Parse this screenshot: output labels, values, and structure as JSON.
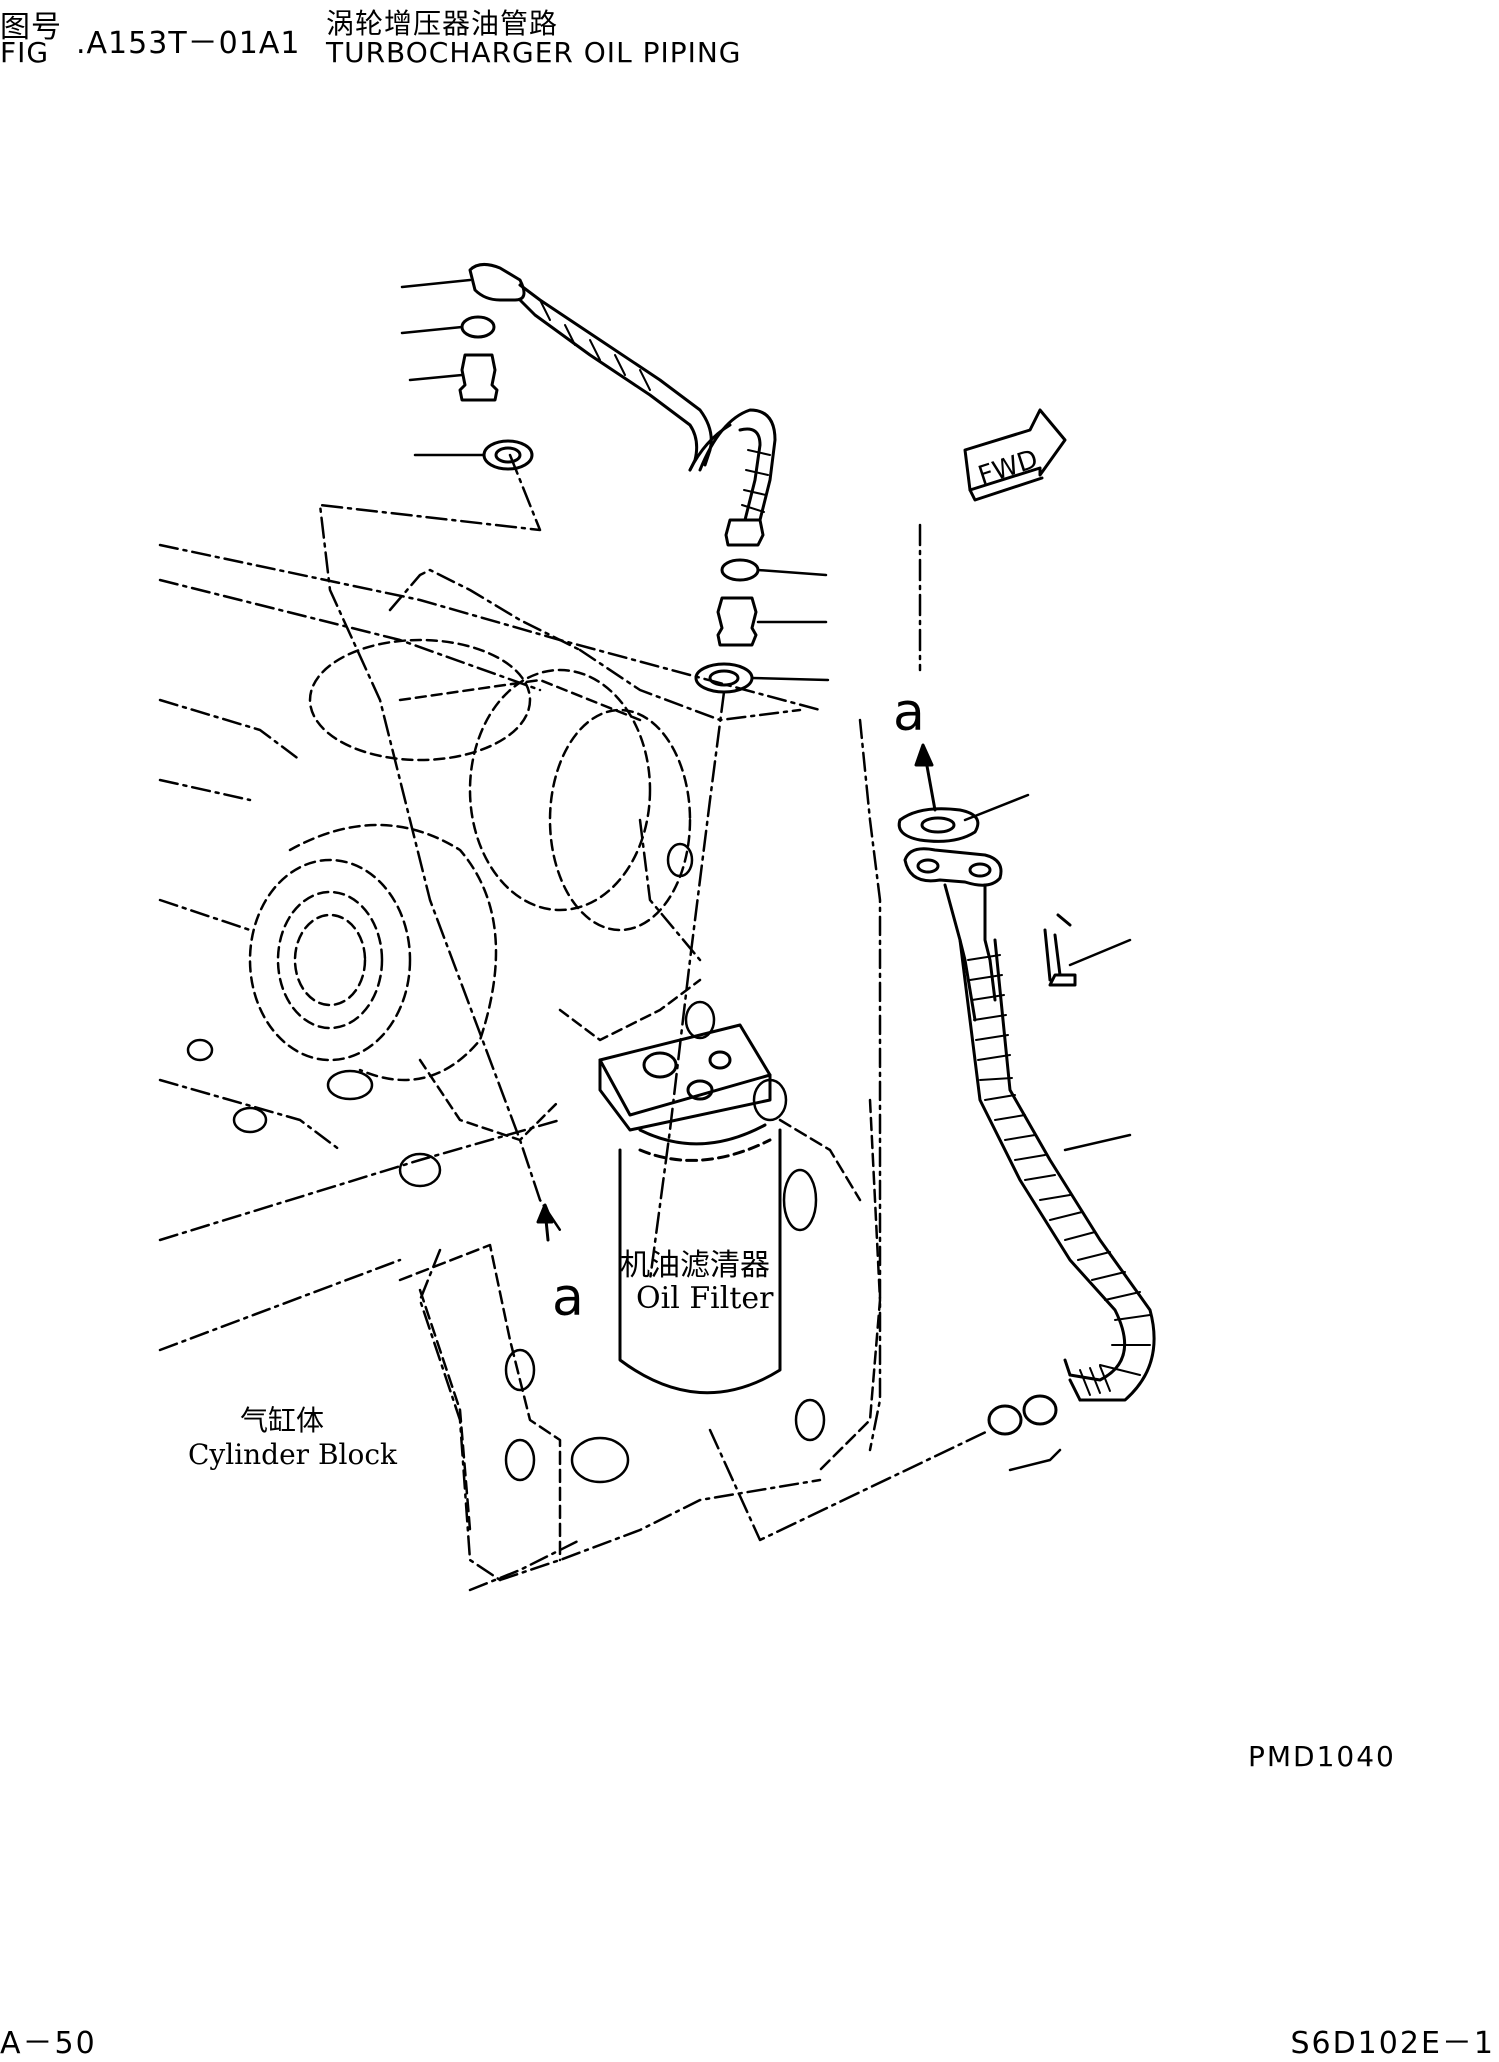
{
  "header": {
    "fig_label_cn": "图号",
    "fig_label_en": "FIG",
    "fig_number": ".A153T－01A1",
    "title_cn": "涡轮增压器油管路",
    "title_en": "TURBOCHARGER OIL PIPING"
  },
  "diagram": {
    "fwd_label": "FWD",
    "ref_a_top": "a",
    "ref_a_bottom": "a",
    "oil_filter_cn": "机油滤清器",
    "oil_filter_en": "Oil Filter",
    "cylinder_block_cn": "气缸体",
    "cylinder_block_en": "Cylinder Block"
  },
  "footer": {
    "ref_code": "PMD1040",
    "page": "A－50",
    "model": "S6D102E－1"
  }
}
